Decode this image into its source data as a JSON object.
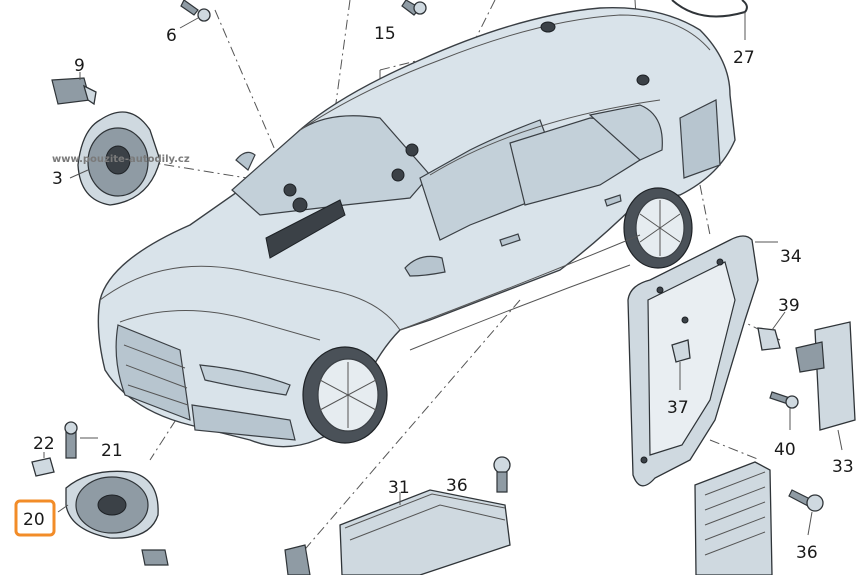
{
  "watermark": "www.pouzite-autodily.cz",
  "highlight_color": "#f28c28",
  "callouts": {
    "c6": "6",
    "c15": "15",
    "c27": "27",
    "c9": "9",
    "c3": "3",
    "c34": "34",
    "c39": "39",
    "c37": "37",
    "c40": "40",
    "c33": "33",
    "c22": "22",
    "c21": "21",
    "c20": "20",
    "c31": "31",
    "c36a": "36",
    "c36b": "36"
  }
}
